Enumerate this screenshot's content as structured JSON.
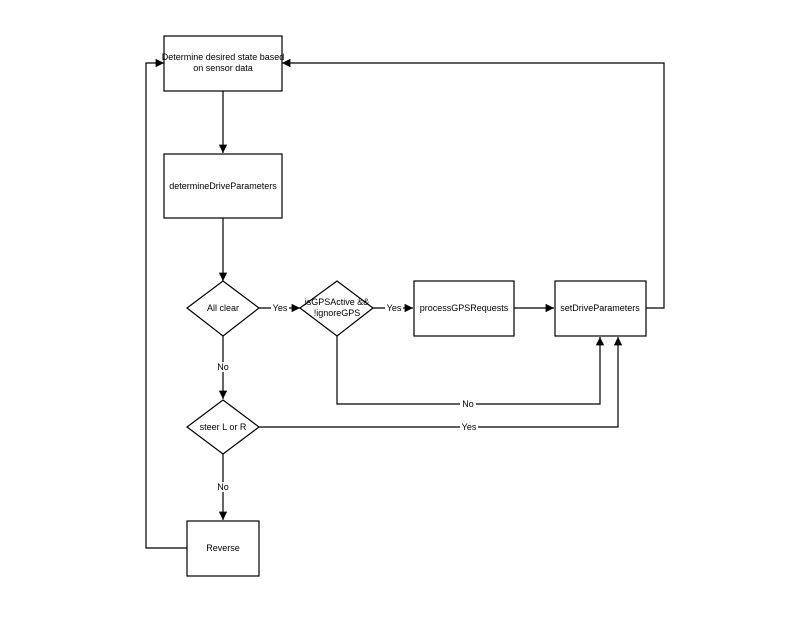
{
  "nodes": {
    "determine_state": {
      "line1": "Determine desired state based",
      "line2": "on sensor data"
    },
    "determine_drive_params": {
      "label": "determineDriveParameters"
    },
    "all_clear": {
      "label": "All clear"
    },
    "gps_check": {
      "line1": "isGPSActive &&",
      "line2": "!ignoreGPS"
    },
    "process_gps": {
      "label": "processGPSRequests"
    },
    "set_drive_params": {
      "label": "setDriveParameters"
    },
    "steer": {
      "label": "steer L or R"
    },
    "reverse": {
      "label": "Reverse"
    }
  },
  "edges": {
    "all_clear_yes": "Yes",
    "gps_yes": "Yes",
    "gps_no": "No",
    "all_clear_no": "No",
    "steer_yes": "Yes",
    "steer_no": "No"
  },
  "colors": {
    "stroke": "#000000",
    "fill": "#ffffff"
  }
}
